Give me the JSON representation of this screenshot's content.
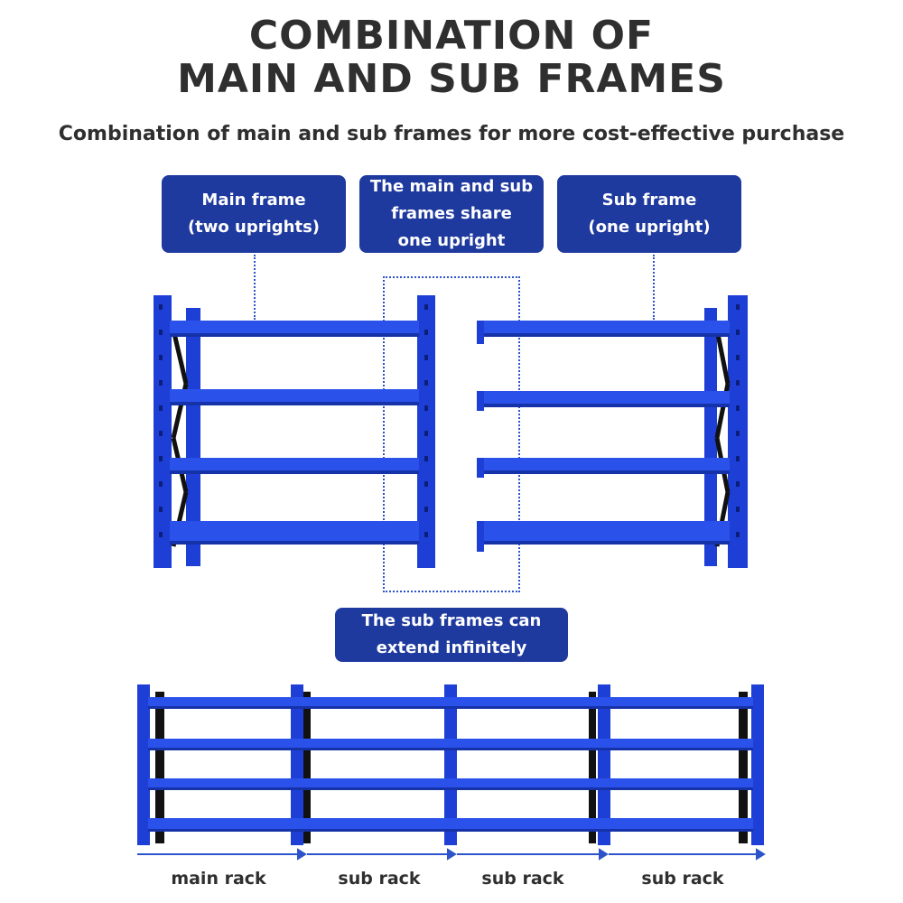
{
  "header": {
    "title_line1": "COMBINATION OF",
    "title_line2": "MAIN AND SUB FRAMES",
    "subtitle": "Combination of main and sub frames for more cost-effective purchase"
  },
  "callouts": {
    "main_frame": [
      "Main frame",
      "(two uprights)"
    ],
    "shared": [
      "The main and sub",
      "frames share",
      "one upright"
    ],
    "sub_frame": [
      "Sub frame",
      "(one upright)"
    ],
    "extend": [
      "The sub frames can",
      "extend infinitely"
    ]
  },
  "rack_labels": [
    "main rack",
    "sub rack",
    "sub rack",
    "sub rack"
  ],
  "colors": {
    "rack_blue": "#1e3fd6",
    "rack_light": "#3a63f0",
    "callout_bg": "#1f3a9e",
    "dark": "#111111"
  }
}
